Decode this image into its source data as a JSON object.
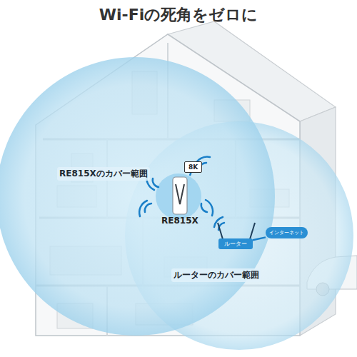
{
  "diagram": {
    "title": "Wi-Fiの死角をゼロに",
    "nodes": [
      {
        "text": [
          "8K"
        ]
      },
      {
        "text": [
          "RE815X"
        ]
      },
      {
        "text": [
          "ルーター"
        ]
      },
      {
        "text": [
          "インターネット"
        ]
      }
    ],
    "edges": [
      {
        "from": 1,
        "to": 0,
        "arrow": "none"
      },
      {
        "from": 2,
        "to": 3,
        "arrow": "none"
      }
    ],
    "labels": [
      "RE815Xのカバー範囲",
      "ルーターのカバー範囲"
    ]
  }
}
